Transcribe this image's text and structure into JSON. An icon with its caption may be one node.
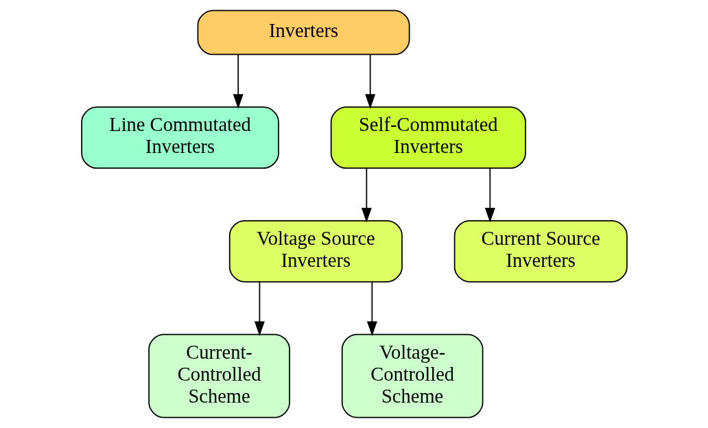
{
  "diagram": {
    "nodes": [
      {
        "text": [
          "Inverters"
        ]
      },
      {
        "text": [
          "Line Commutated Inverters"
        ]
      },
      {
        "text": [
          "Self-Commutated Inverters"
        ]
      },
      {
        "text": [
          "Voltage Source Inverters"
        ]
      },
      {
        "text": [
          "Current Source Inverters"
        ]
      },
      {
        "text": [
          "Current-Controlled Scheme"
        ]
      },
      {
        "text": [
          "Voltage-Controlled Scheme"
        ]
      }
    ],
    "edges": [
      {
        "from": 0,
        "to": 1,
        "arrow": "to"
      },
      {
        "from": 0,
        "to": 2,
        "arrow": "to"
      },
      {
        "from": 2,
        "to": 3,
        "arrow": "to"
      },
      {
        "from": 2,
        "to": 4,
        "arrow": "to"
      },
      {
        "from": 3,
        "to": 5,
        "arrow": "to"
      },
      {
        "from": 3,
        "to": 6,
        "arrow": "to"
      }
    ]
  }
}
